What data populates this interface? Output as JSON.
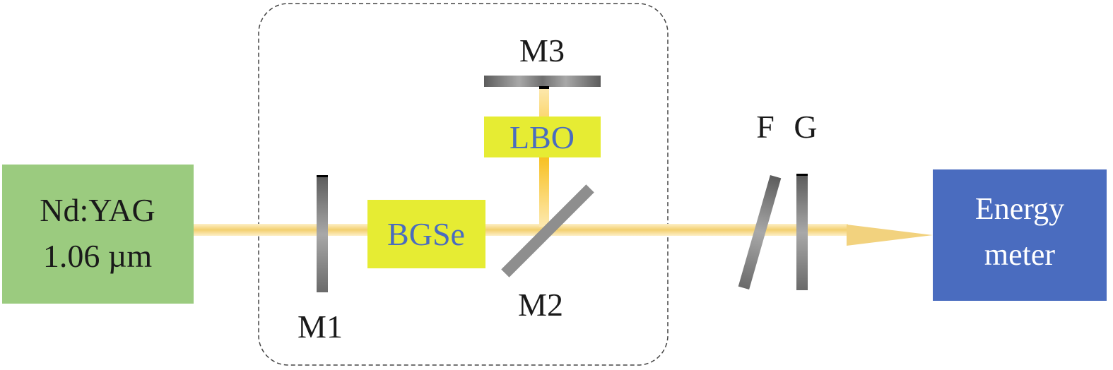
{
  "laser": {
    "line1": "Nd:YAG",
    "line2": "1.06 µm",
    "color": "#9bcb7f"
  },
  "detector": {
    "line1": "Energy",
    "line2": "meter",
    "color": "#4a6cbf"
  },
  "crystals": {
    "bgse": "BGSe",
    "lbo": "LBO",
    "color": "#e6ec33",
    "text_color": "#4a6cbf"
  },
  "mirrors": {
    "m1": "M1",
    "m2": "M2",
    "m3": "M3"
  },
  "filters": {
    "f": "F",
    "g": "G"
  },
  "beam_color": "#f5d488"
}
